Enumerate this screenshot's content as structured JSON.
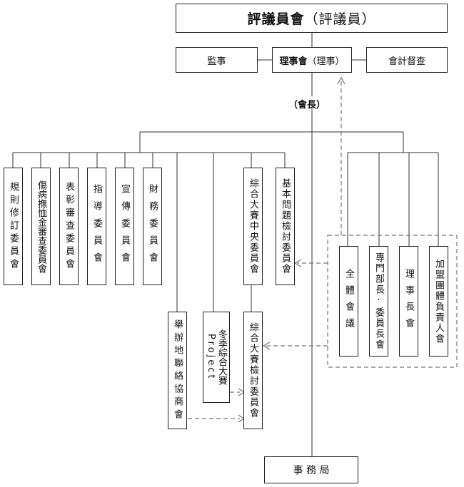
{
  "top": {
    "bold": "評議員會",
    "sub": "（評議員）"
  },
  "auditor": "監事",
  "board": {
    "bold": "理事會",
    "sub": "（理事）"
  },
  "accounting": "會計督查",
  "president": "（會長）",
  "committees_left": [
    "規則修訂委員會",
    "傷病撫恤金審查委員會",
    "表彰審查委員會",
    "指導委員會",
    "宣傳委員會",
    "財務委員會"
  ],
  "central_committee": "綜合大賽中央委員會",
  "basic_issues": "基本問題檢討委員會",
  "right_group": [
    "全體會議",
    "專門部長·委員長會",
    "理事長會",
    "加盟團體負責人會"
  ],
  "liaison": "舉辦地聯絡協商會",
  "winter": {
    "line1": "冬季綜合大賽",
    "line2": "Project"
  },
  "review": "綜合大賽檢討委員會",
  "office": "事 務 局"
}
